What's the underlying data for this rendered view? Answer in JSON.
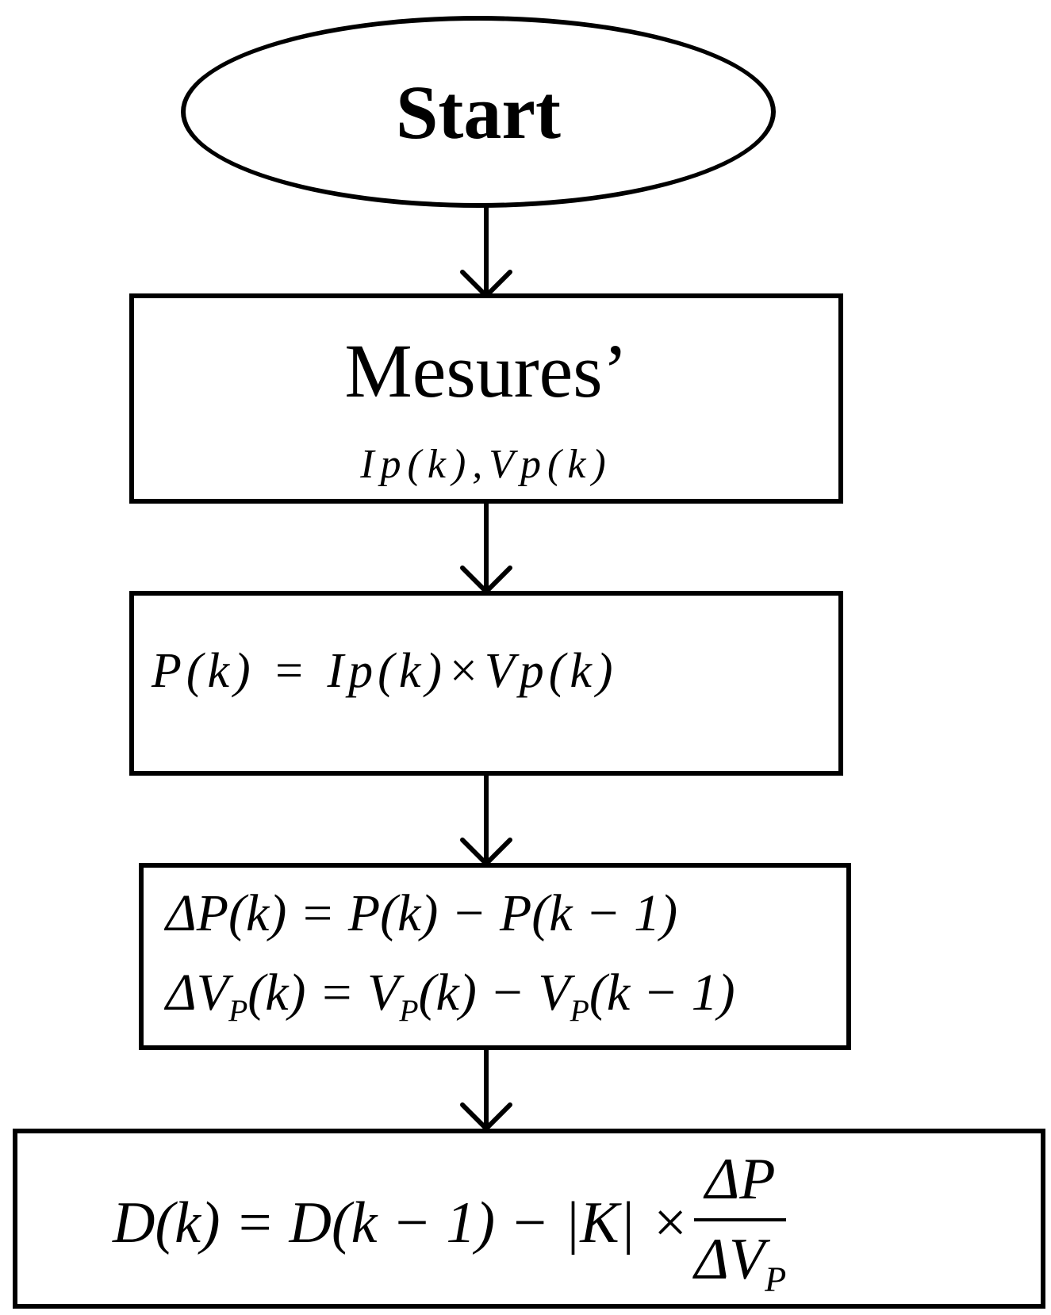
{
  "start": {
    "label": "Start"
  },
  "measures": {
    "title": "Mesures’",
    "subtitle": "Ip(k),Vp(k)"
  },
  "power": {
    "equation": "P(k) = Ip(k)×Vp(k)"
  },
  "deltas": {
    "dp_equation": "ΔP(k) = P(k) − P(k − 1)",
    "dv_lhs": "ΔV",
    "dv_sub": "P",
    "dv_mid1": "(k) = V",
    "dv_mid2": "(k) − V",
    "dv_end": "(k − 1)"
  },
  "duty": {
    "lhs": "D(k) = D(k − 1) − |K| ×",
    "num": "ΔP",
    "den_main": "ΔV",
    "den_sub": "P"
  }
}
